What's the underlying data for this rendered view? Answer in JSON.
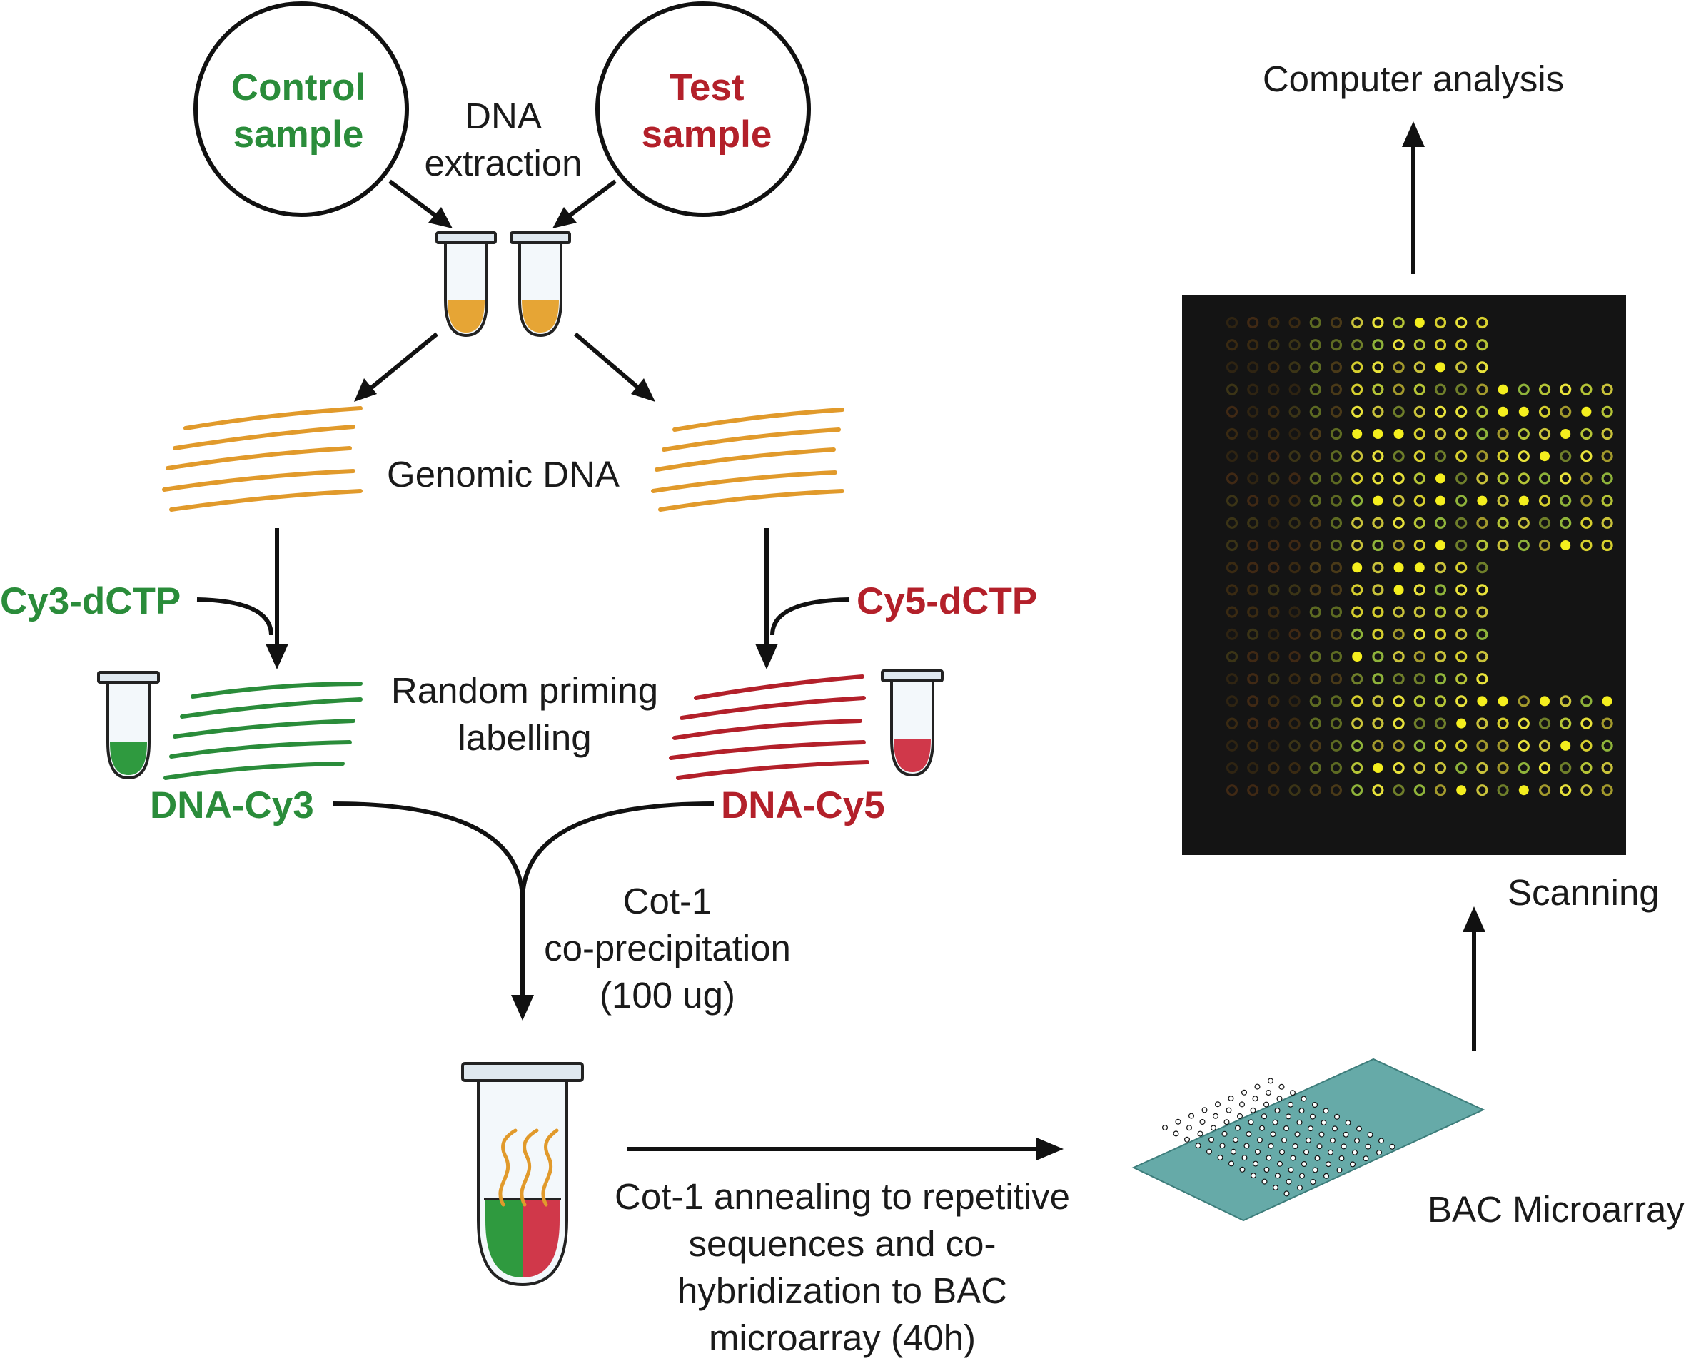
{
  "colors": {
    "green": "#2a8c3a",
    "red": "#b3202a",
    "orange": "#e19a2b",
    "teal": "#66aaa8",
    "array_bg": "#141414"
  },
  "labels": {
    "control_line1": "Control",
    "control_line2": "sample",
    "test_line1": "Test",
    "test_line2": "sample",
    "dna_extraction_1": "DNA",
    "dna_extraction_2": "extraction",
    "genomic_dna": "Genomic DNA",
    "cy3_dctp": "Cy3-dCTP",
    "cy5_dctp": "Cy5-dCTP",
    "random_priming_1": "Random priming",
    "random_priming_2": "labelling",
    "dna_cy3": "DNA-Cy3",
    "dna_cy5": "DNA-Cy5",
    "cot1_1": "Cot-1",
    "cot1_2": "co-precipitation",
    "cot1_3": "(100 ug)",
    "annealing_1": "Cot-1 annealing to repetitive",
    "annealing_2": "sequences and co-",
    "annealing_3": "hybridization to BAC",
    "annealing_4": "microarray (40h)",
    "bac_microarray": "BAC Microarray",
    "scanning": "Scanning",
    "computer_analysis": "Computer analysis"
  }
}
